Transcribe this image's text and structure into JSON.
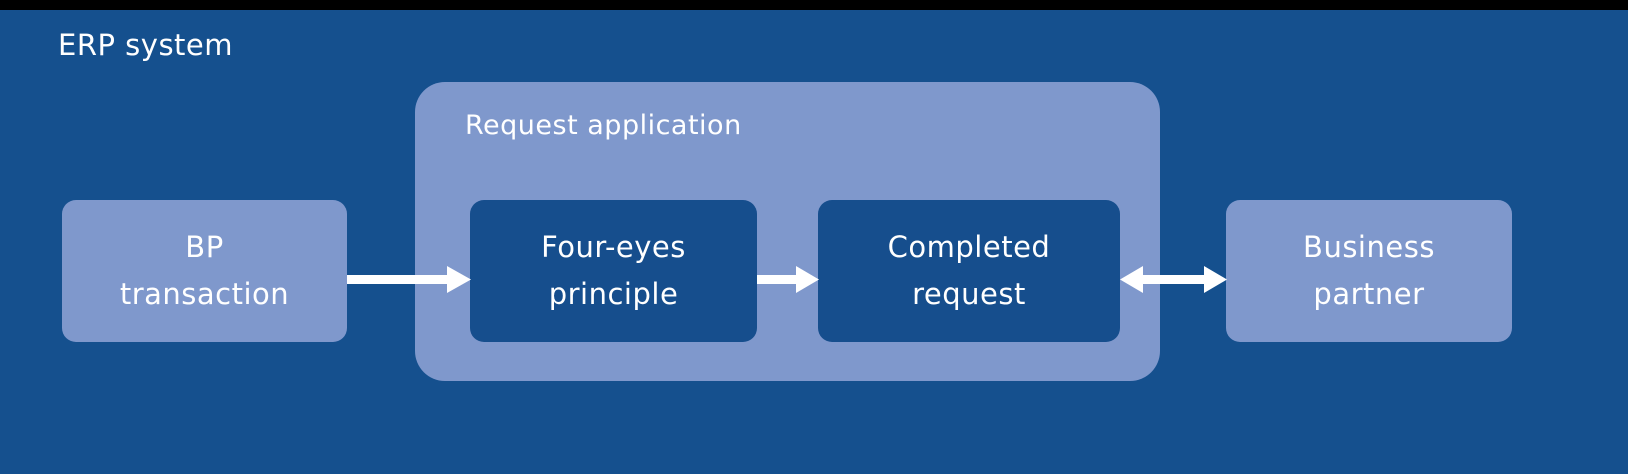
{
  "diagram": {
    "title": "ERP system",
    "background_color": "#15508e",
    "accent_light": "#7f98cc",
    "accent_dark": "#164e8d",
    "text_color": "#ffffff",
    "arrow_color": "#ffffff"
  },
  "group": {
    "label": "Request application",
    "fill": "#7f98cc"
  },
  "nodes": [
    {
      "id": "bp-transaction",
      "label": "BP\ntransaction",
      "style": "light"
    },
    {
      "id": "four-eyes",
      "label": "Four-eyes\nprinciple",
      "style": "dark"
    },
    {
      "id": "completed-request",
      "label": "Completed\nrequest",
      "style": "dark"
    },
    {
      "id": "business-partner",
      "label": "Business\npartner",
      "style": "light"
    }
  ],
  "connectors": [
    {
      "id": "bp-to-four-eyes",
      "direction": "right",
      "heads": 1
    },
    {
      "id": "four-eyes-to-completed",
      "direction": "right",
      "heads": 1
    },
    {
      "id": "completed-to-partner",
      "direction": "bidirectional",
      "heads": 2
    }
  ],
  "chart_data": {
    "type": "diagram",
    "title": "ERP system",
    "layout": "left-to-right flow",
    "container": "Request application",
    "steps": [
      "BP transaction",
      "Four-eyes principle",
      "Completed request",
      "Business partner"
    ],
    "edges": [
      {
        "from": "BP transaction",
        "to": "Four-eyes principle",
        "arrow": "single"
      },
      {
        "from": "Four-eyes principle",
        "to": "Completed request",
        "arrow": "single"
      },
      {
        "from": "Completed request",
        "to": "Business partner",
        "arrow": "double"
      }
    ]
  }
}
